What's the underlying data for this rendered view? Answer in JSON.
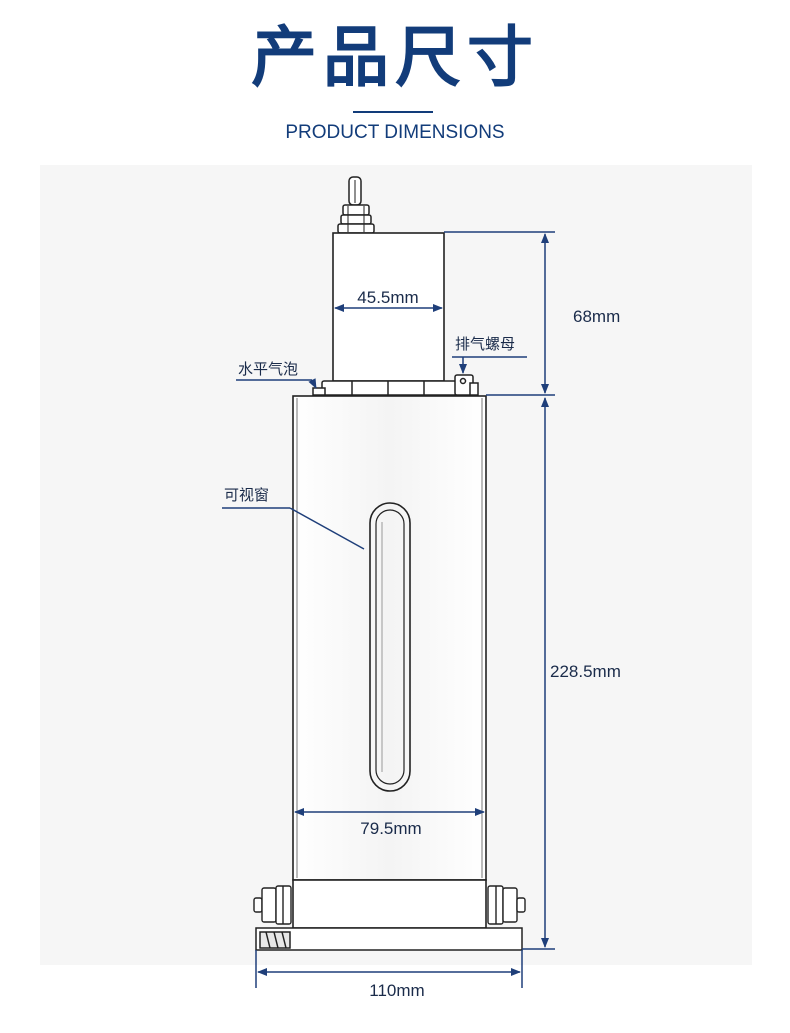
{
  "header": {
    "title": "产品尺寸",
    "subtitle": "PRODUCT DIMENSIONS"
  },
  "diagram": {
    "dimensions": {
      "top_width": "45.5mm",
      "top_height": "68mm",
      "body_height": "228.5mm",
      "body_width": "79.5mm",
      "base_width": "110mm"
    },
    "callouts": {
      "level_bubble": "水平气泡",
      "vent_nut": "排气螺母",
      "viewing_window": "可视窗"
    }
  },
  "colors": {
    "title": "#123c7a",
    "dimension_line": "#1f3f7a",
    "outline": "#222222"
  }
}
